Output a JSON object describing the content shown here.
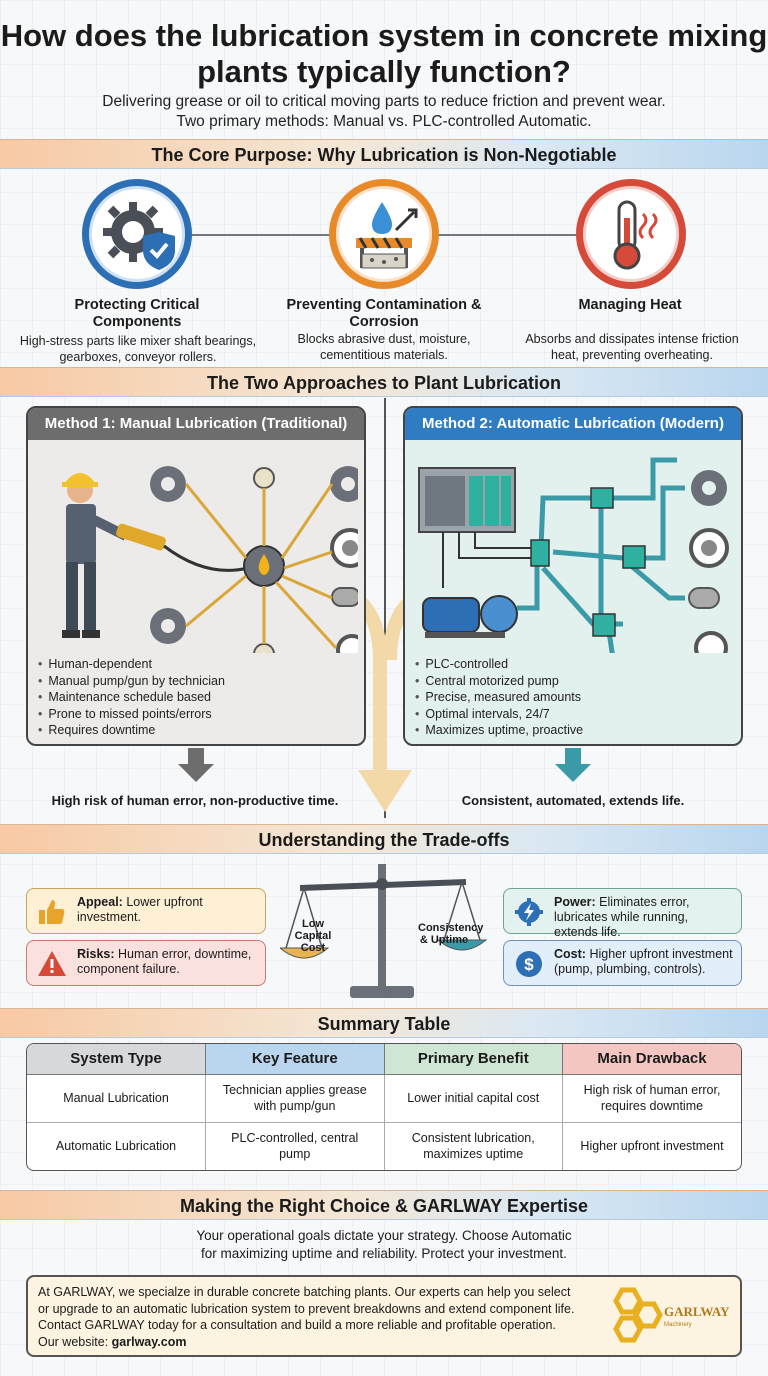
{
  "header": {
    "title": "How does the lubrication system in concrete mixing plants typically function?",
    "subtitle_line1": "Delivering grease or oil to critical moving parts to reduce friction and prevent wear.",
    "subtitle_line2": "Two primary methods: Manual vs. PLC-controlled Automatic."
  },
  "core": {
    "band": "The Core Purpose: Why Lubrication is Non-Negotiable",
    "items": [
      {
        "icon": "gear-shield-icon",
        "title": "Protecting Critical Components",
        "body": "High-stress parts like mixer shaft bearings, gearboxes, conveyor rollers."
      },
      {
        "icon": "water-drop-barrier-icon",
        "title": "Preventing Contamination & Corrosion",
        "body": "Blocks abrasive dust, moisture, cementitious materials."
      },
      {
        "icon": "thermometer-icon",
        "title": "Managing Heat",
        "body": "Absorbs and dissipates intense friction heat, preventing overheating."
      }
    ]
  },
  "methods": {
    "band": "The Two Approaches to Plant Lubrication",
    "manual": {
      "title": "Method 1: Manual Lubrication (Traditional)",
      "bullets": [
        "Human-dependent",
        "Manual pump/gun by technician",
        "Maintenance schedule based",
        "Prone to missed points/errors",
        "Requires downtime"
      ],
      "outcome": "High risk of human error, non-productive time."
    },
    "auto": {
      "title": "Method 2: Automatic Lubrication (Modern)",
      "bullets": [
        "PLC-controlled",
        "Central motorized pump",
        "Precise, measured amounts",
        "Optimal intervals, 24/7",
        "Maximizes uptime, proactive"
      ],
      "outcome": "Consistent, automated, extends life."
    }
  },
  "tradeoffs": {
    "band": "Understanding the Trade-offs",
    "appeal": {
      "label": "Appeal:",
      "text": "Lower upfront investment."
    },
    "risks": {
      "label": "Risks:",
      "text": "Human error, downtime, component failure."
    },
    "power": {
      "label": "Power:",
      "text": "Eliminates error, lubricates while running, extends life."
    },
    "cost": {
      "label": "Cost:",
      "text": "Higher upfront investment (pump, plumbing, controls)."
    },
    "scale_left": "Low Capital Cost",
    "scale_right": "Consistency & Uptime"
  },
  "summary": {
    "band": "Summary Table",
    "headers": [
      "System Type",
      "Key Feature",
      "Primary Benefit",
      "Main Drawback"
    ],
    "rows": [
      [
        "Manual Lubrication",
        "Technician applies grease with pump/gun",
        "Lower initial capital cost",
        "High risk of human error, requires downtime"
      ],
      [
        "Automatic Lubrication",
        "PLC-controlled, central pump",
        "Consistent lubrication, maximizes uptime",
        "Higher upfront investment"
      ]
    ],
    "header_colors": [
      "#d6d8db",
      "#b9d6ee",
      "#cfe6d4",
      "#f3c6c2"
    ]
  },
  "choice": {
    "band": "Making the Right Choice & GARLWAY Expertise",
    "text_line1": "Your operational goals dictate your strategy. Choose Automatic",
    "text_line2": "for maximizing uptime and reliability. Protect your investment.",
    "cta_line1": "At GARLWAY, we specialze in durable concrete batching plants. Our experts can help you select",
    "cta_line2": "or upgrade to an automatic lubrication system to prevent breakdowns and extend component life.",
    "cta_line3": "Contact GARLWAY today for a consultation and build a more reliable and profitable operation.",
    "cta_website_label": "Our website: ",
    "cta_website": "garlway.com",
    "logo_text": "GARLWAY",
    "logo_sub": "Machinery"
  }
}
